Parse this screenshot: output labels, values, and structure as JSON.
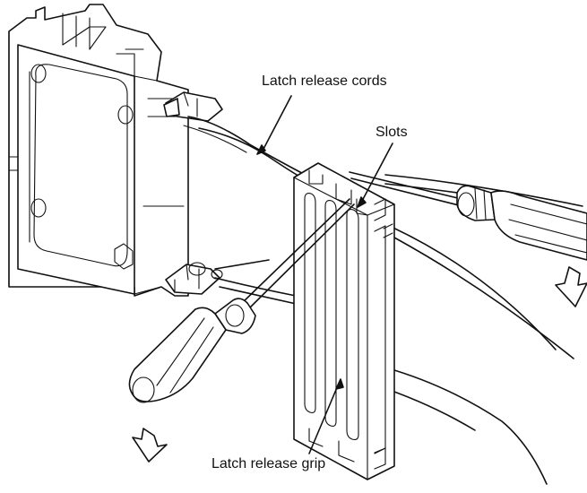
{
  "labels": {
    "latch_release_cords": "Latch release cords",
    "slots": "Slots",
    "latch_release_grip": "Latch release grip"
  },
  "colors": {
    "line": "#111111",
    "background": "#ffffff"
  }
}
